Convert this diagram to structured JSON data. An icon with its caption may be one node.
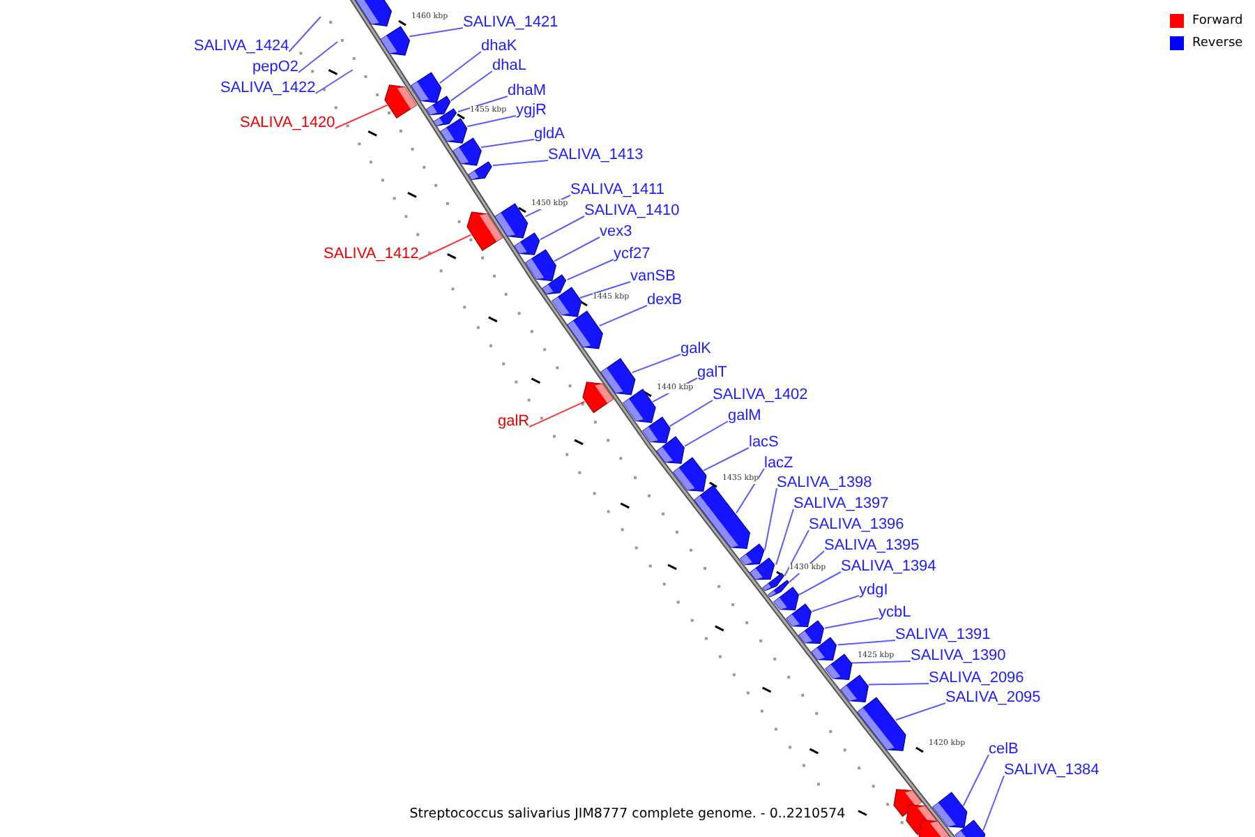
{
  "diagram": {
    "caption": "Streptococcus salivarius JIM8777 complete genome. - 0..2210574",
    "nodes": [
      {
        "text": [],
        "shape": "arrow"
      },
      {
        "text": [
          "SALIVA_1424"
        ]
      },
      {
        "text": [
          "pepO2"
        ]
      },
      {
        "text": [
          "SALIVA_1422"
        ]
      },
      {
        "text": [],
        "shape": "arrow"
      },
      {
        "text": [
          "SALIVA_1421"
        ]
      },
      {
        "text": [],
        "shape": "arrow"
      },
      {
        "text": [
          "SALIVA_1420"
        ]
      },
      {
        "text": [],
        "shape": "arrow"
      },
      {
        "text": [
          "dhaK"
        ]
      },
      {
        "text": [],
        "shape": "arrow"
      },
      {
        "text": [
          "dhaL"
        ]
      },
      {
        "text": [],
        "shape": "arrow"
      },
      {
        "text": [
          "dhaM"
        ]
      },
      {
        "text": [],
        "shape": "arrow"
      },
      {
        "text": [
          "ygjR"
        ]
      },
      {
        "text": [],
        "shape": "arrow"
      },
      {
        "text": [
          "gldA"
        ]
      },
      {
        "text": [],
        "shape": "arrow"
      },
      {
        "text": [
          "SALIVA_1413"
        ]
      },
      {
        "text": [],
        "shape": "arrow"
      },
      {
        "text": [
          "SALIVA_1412"
        ]
      },
      {
        "text": [],
        "shape": "arrow"
      },
      {
        "text": [
          "SALIVA_1411"
        ]
      },
      {
        "text": [],
        "shape": "arrow"
      },
      {
        "text": [
          "SALIVA_1410"
        ]
      },
      {
        "text": [],
        "shape": "arrow"
      },
      {
        "text": [
          "vex3"
        ]
      },
      {
        "text": [],
        "shape": "arrow"
      },
      {
        "text": [
          "ycf27"
        ]
      },
      {
        "text": [],
        "shape": "arrow"
      },
      {
        "text": [
          "vanSB"
        ]
      },
      {
        "text": [],
        "shape": "arrow"
      },
      {
        "text": [
          "dexB"
        ]
      },
      {
        "text": [],
        "shape": "arrow"
      },
      {
        "text": [
          "galR"
        ]
      },
      {
        "text": [],
        "shape": "arrow"
      },
      {
        "text": [
          "galK"
        ]
      },
      {
        "text": [],
        "shape": "arrow"
      },
      {
        "text": [
          "galT"
        ]
      },
      {
        "text": [],
        "shape": "arrow"
      },
      {
        "text": [
          "SALIVA_1402"
        ]
      },
      {
        "text": [],
        "shape": "arrow"
      },
      {
        "text": [
          "galM"
        ]
      },
      {
        "text": [],
        "shape": "arrow"
      },
      {
        "text": [
          "lacS"
        ]
      },
      {
        "text": [],
        "shape": "arrow"
      },
      {
        "text": [
          "lacZ"
        ]
      },
      {
        "text": [],
        "shape": "arrow"
      },
      {
        "text": [
          "SALIVA_1398"
        ]
      },
      {
        "text": [],
        "shape": "arrow"
      },
      {
        "text": [
          "SALIVA_1397"
        ]
      },
      {
        "text": [],
        "shape": "arrow"
      },
      {
        "text": [
          "SALIVA_1396"
        ]
      },
      {
        "text": [],
        "shape": "arrow"
      },
      {
        "text": [
          "SALIVA_1395"
        ]
      },
      {
        "text": [],
        "shape": "arrow"
      },
      {
        "text": [
          "SALIVA_1394"
        ]
      },
      {
        "text": [],
        "shape": "arrow"
      },
      {
        "text": [
          "ydgI"
        ]
      },
      {
        "text": [],
        "shape": "arrow"
      },
      {
        "text": [
          "ycbL"
        ]
      },
      {
        "text": [],
        "shape": "arrow"
      },
      {
        "text": [
          "SALIVA_1391"
        ]
      },
      {
        "text": [],
        "shape": "arrow"
      },
      {
        "text": [
          "SALIVA_1390"
        ]
      },
      {
        "text": [],
        "shape": "arrow"
      },
      {
        "text": [
          "SALIVA_2096"
        ]
      },
      {
        "text": [],
        "shape": "arrow"
      },
      {
        "text": [
          "SALIVA_2095"
        ]
      },
      {
        "text": [],
        "shape": "arrow"
      },
      {
        "text": [],
        "shape": "arrow"
      },
      {
        "text": [],
        "shape": "arrow"
      },
      {
        "text": [],
        "shape": "arrow"
      },
      {
        "text": [
          "celB"
        ]
      },
      {
        "text": [],
        "shape": "arrow"
      },
      {
        "text": [
          "SALIVA_1384"
        ]
      }
    ],
    "edges": [
      {
        "from": 1,
        "to": null,
        "arrow": "none"
      },
      {
        "from": 2,
        "to": null,
        "arrow": "none"
      },
      {
        "from": 3,
        "to": null,
        "arrow": "none"
      },
      {
        "from": 5,
        "to": 4,
        "arrow": "none"
      },
      {
        "from": 7,
        "to": 6,
        "arrow": "none",
        "color": "#ff3030"
      },
      {
        "from": 9,
        "to": 8,
        "arrow": "none"
      },
      {
        "from": 11,
        "to": 10,
        "arrow": "none"
      },
      {
        "from": 13,
        "to": 12,
        "arrow": "none"
      },
      {
        "from": 15,
        "to": 14,
        "arrow": "none"
      },
      {
        "from": 17,
        "to": 16,
        "arrow": "none"
      },
      {
        "from": 19,
        "to": 18,
        "arrow": "none"
      },
      {
        "from": 21,
        "to": 20,
        "arrow": "none",
        "color": "#ff3030"
      },
      {
        "from": 23,
        "to": 22,
        "arrow": "none"
      },
      {
        "from": 25,
        "to": 24,
        "arrow": "none"
      },
      {
        "from": 27,
        "to": 26,
        "arrow": "none"
      },
      {
        "from": 29,
        "to": 28,
        "arrow": "none"
      },
      {
        "from": 31,
        "to": 30,
        "arrow": "none"
      },
      {
        "from": 33,
        "to": 32,
        "arrow": "none"
      },
      {
        "from": 35,
        "to": 34,
        "arrow": "none",
        "color": "#ff3030"
      },
      {
        "from": 37,
        "to": 36,
        "arrow": "none"
      },
      {
        "from": 39,
        "to": 38,
        "arrow": "none"
      },
      {
        "from": 41,
        "to": 40,
        "arrow": "none"
      },
      {
        "from": 43,
        "to": 42,
        "arrow": "none"
      },
      {
        "from": 45,
        "to": 44,
        "arrow": "none"
      },
      {
        "from": 47,
        "to": 46,
        "arrow": "none"
      },
      {
        "from": 49,
        "to": 48,
        "arrow": "none"
      },
      {
        "from": 51,
        "to": 50,
        "arrow": "none"
      },
      {
        "from": 53,
        "to": 52,
        "arrow": "none"
      },
      {
        "from": 55,
        "to": 54,
        "arrow": "none"
      },
      {
        "from": 57,
        "to": 56,
        "arrow": "none"
      },
      {
        "from": 59,
        "to": 58,
        "arrow": "none"
      },
      {
        "from": 61,
        "to": 60,
        "arrow": "none"
      },
      {
        "from": 63,
        "to": 62,
        "arrow": "none"
      },
      {
        "from": 65,
        "to": 64,
        "arrow": "none"
      },
      {
        "from": 67,
        "to": 66,
        "arrow": "none"
      },
      {
        "from": 69,
        "to": 68,
        "arrow": "none"
      },
      {
        "from": 74,
        "to": 73,
        "arrow": "none"
      },
      {
        "from": 76,
        "to": 75,
        "arrow": "none"
      }
    ],
    "labels": [
      "1460 kbp",
      "1455 kbp",
      "1450 kbp",
      "1445 kbp",
      "1440 kbp",
      "1435 kbp",
      "1430 kbp",
      "1425 kbp",
      "1420 kbp"
    ],
    "legend": [
      {
        "text": "Forward",
        "color": "#ff0000"
      },
      {
        "text": "Reverse",
        "color": "#0000ff"
      }
    ]
  }
}
